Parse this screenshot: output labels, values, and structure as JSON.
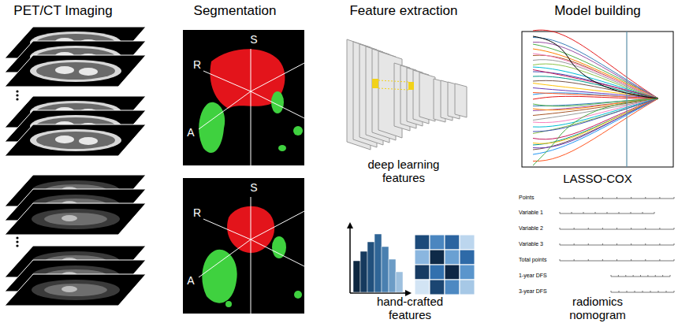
{
  "diagram": {
    "labels": [
      "PET/CT Imaging",
      "Segmentation",
      "Feature extraction",
      "Model building",
      "S",
      "R",
      "A",
      "S",
      "R",
      "A",
      "deep learning features",
      "hand-crafted features",
      "LASSO-COX",
      "Points",
      "Variable 1",
      "Variable 2",
      "Variable 3",
      "Total points",
      "1-year DFS",
      "3-year DFS",
      "radiomics nomogram"
    ]
  }
}
